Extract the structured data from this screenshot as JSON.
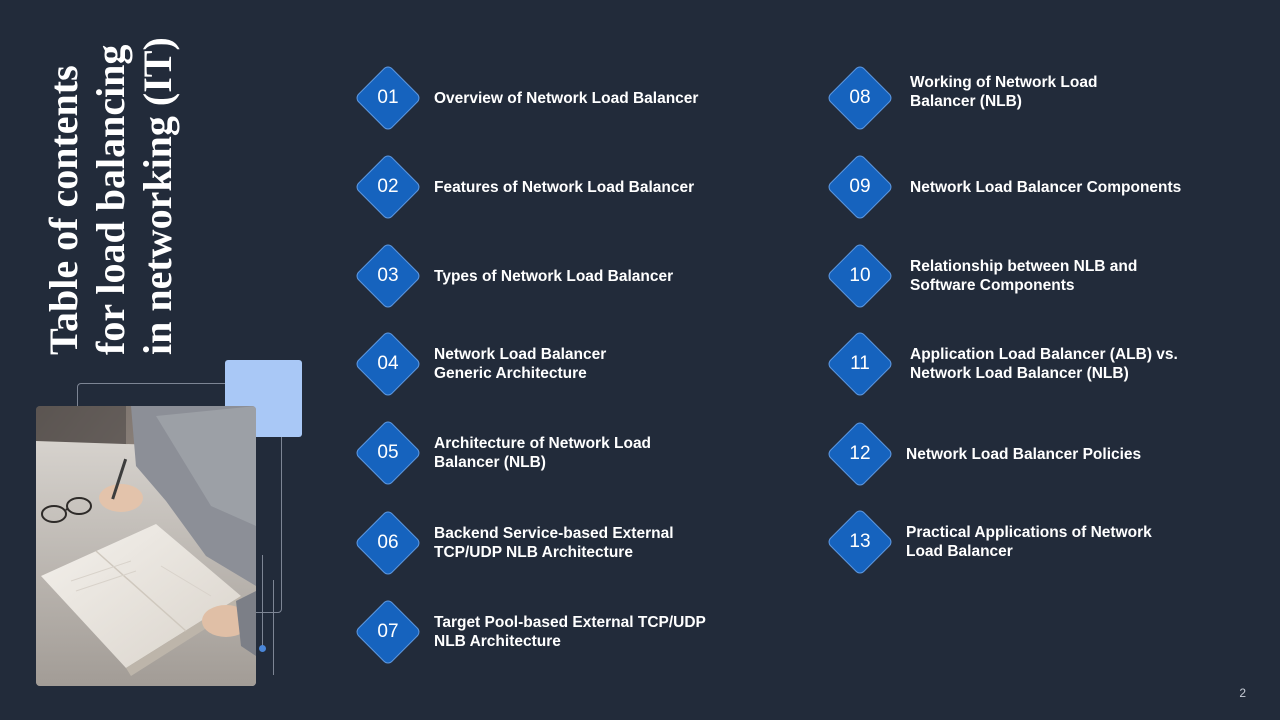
{
  "slide": {
    "title": "Table of contents for load balancing in networking (IT)",
    "page_number": "2"
  },
  "toc": [
    {
      "number": "01",
      "label": "Overview of Network Load Balancer"
    },
    {
      "number": "02",
      "label": "Features of Network Load Balancer"
    },
    {
      "number": "03",
      "label": "Types of Network Load Balancer"
    },
    {
      "number": "04",
      "label": "Network Load Balancer\nGeneric Architecture"
    },
    {
      "number": "05",
      "label": "Architecture of Network Load\nBalancer (NLB)"
    },
    {
      "number": "06",
      "label": "Backend Service-based External\nTCP/UDP NLB Architecture"
    },
    {
      "number": "07",
      "label": "Target Pool-based External TCP/UDP\nNLB Architecture"
    },
    {
      "number": "08",
      "label": "Working of Network Load\nBalancer (NLB)"
    },
    {
      "number": "09",
      "label": "Network Load Balancer Components"
    },
    {
      "number": "10",
      "label": "Relationship between NLB and\nSoftware Components"
    },
    {
      "number": "11",
      "label": "Application Load Balancer (ALB) vs.\nNetwork Load Balancer (NLB)"
    },
    {
      "number": "12",
      "label": "Network Load Balancer Policies"
    },
    {
      "number": "13",
      "label": "Practical Applications of Network\nLoad Balancer"
    }
  ],
  "colors": {
    "background": "#222b3a",
    "diamond": "#1663be",
    "accent": "#a9c8f6"
  }
}
